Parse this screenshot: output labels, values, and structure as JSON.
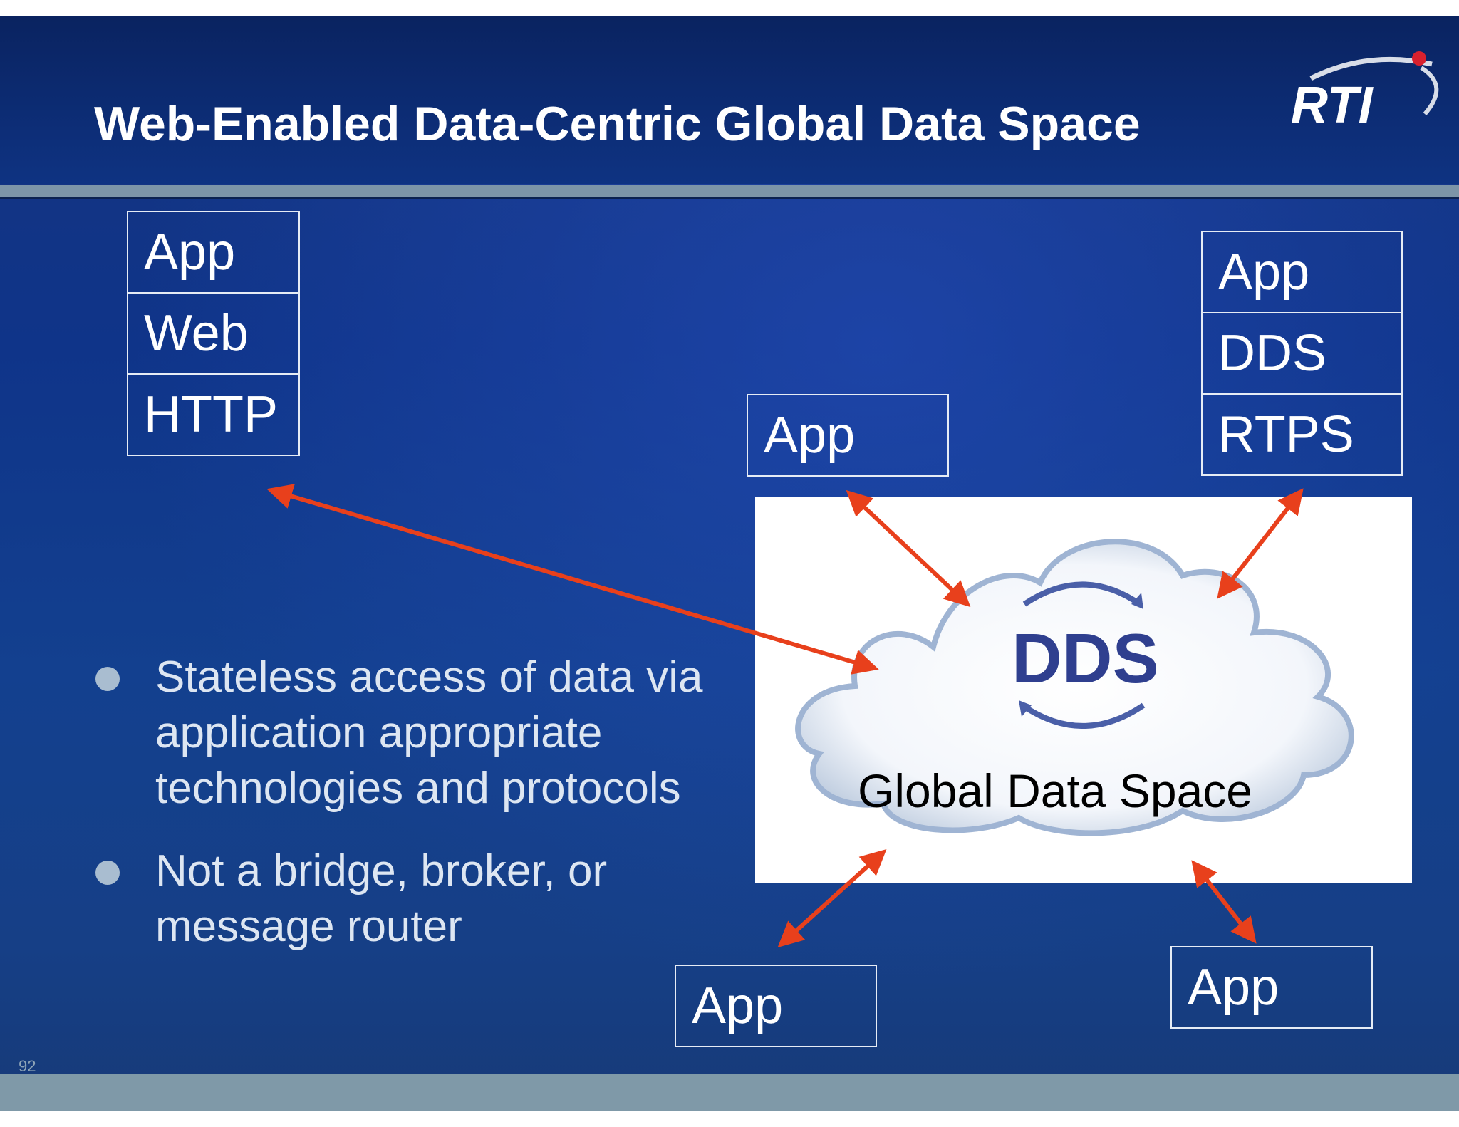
{
  "slide": {
    "title": "Web-Enabled Data-Centric Global Data Space",
    "logo_text": "RTI",
    "page_number": "92"
  },
  "web_stack": [
    "App",
    "Web",
    "HTTP"
  ],
  "dds_stack": [
    "App",
    "DDS",
    "RTPS"
  ],
  "app_nodes": {
    "top_middle": "App",
    "bottom_left": "App",
    "bottom_right": "App"
  },
  "cloud": {
    "logo_text": "DDS",
    "label": "Global Data Space"
  },
  "bullets": [
    "Stateless access of data via application appropriate technologies and protocols",
    "Not a bridge, broker, or message router"
  ],
  "colors": {
    "arrow": "#e8401c",
    "title": "#ffffff",
    "dds_logo": "#2f3f8f"
  }
}
